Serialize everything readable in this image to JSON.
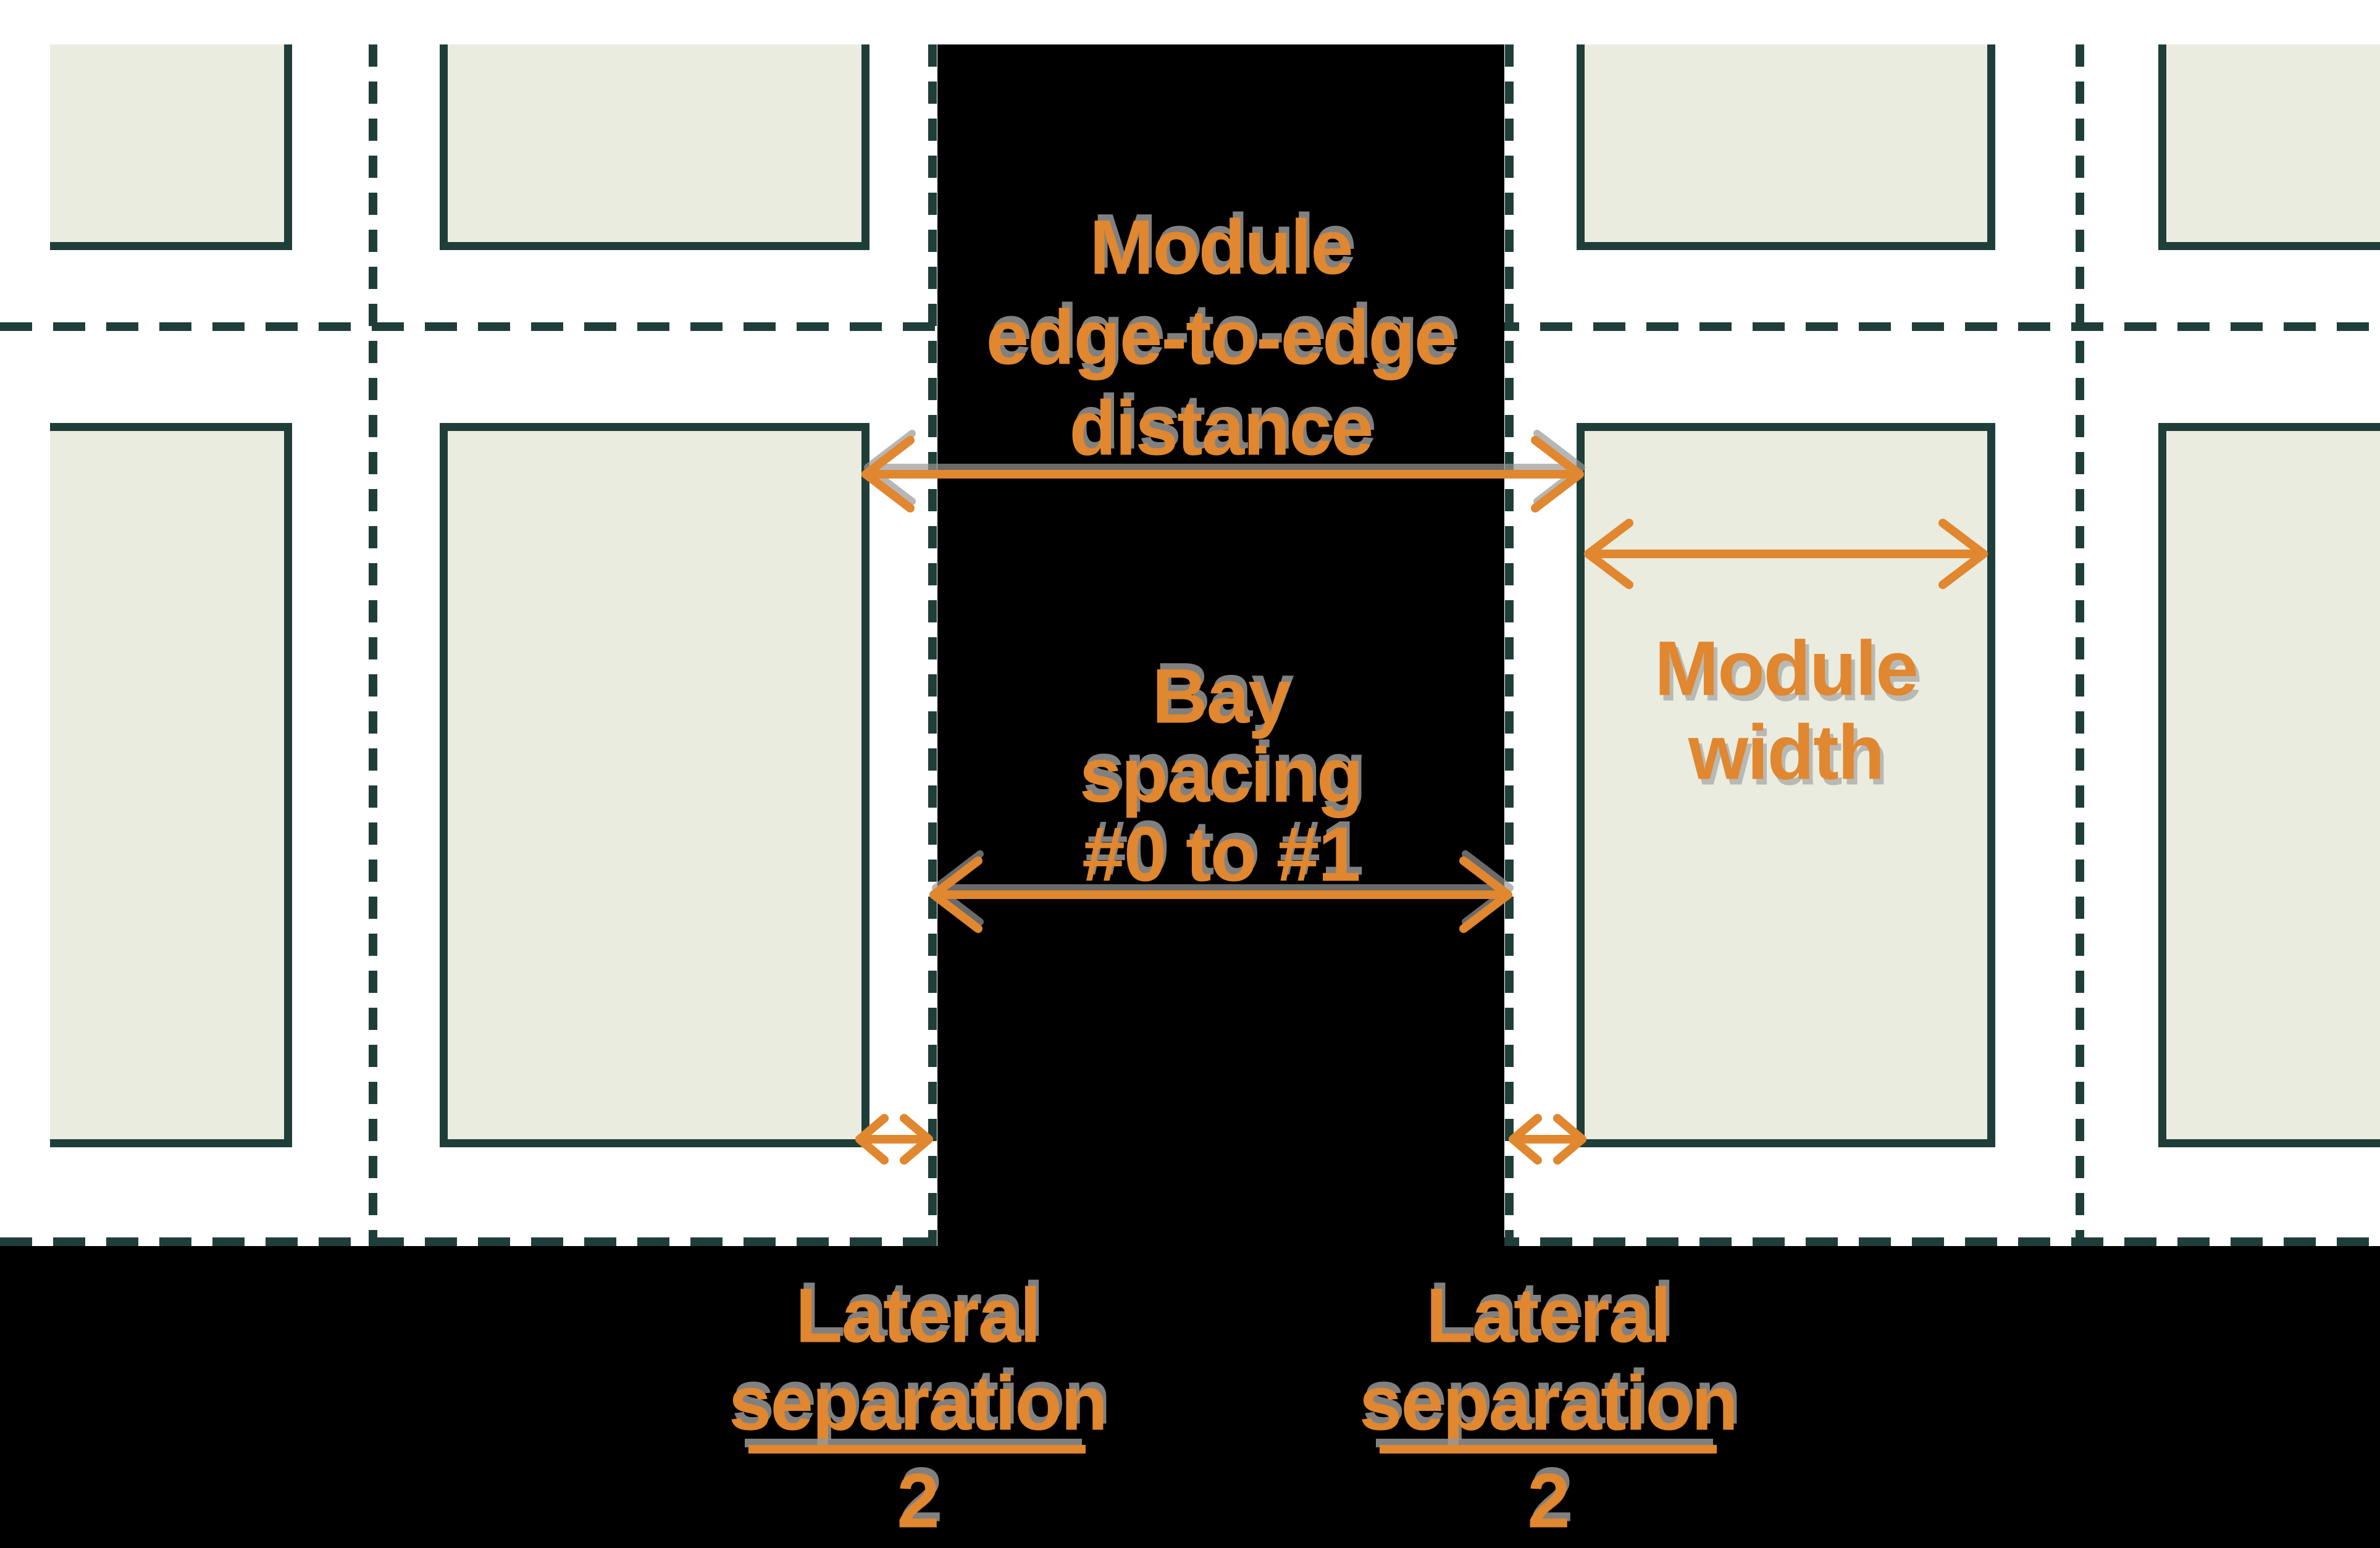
{
  "colors": {
    "background": "#FFFFFF",
    "module_fill": "#E9ECDF",
    "module_border": "#1F3E39",
    "dashed_line": "#1F3E39",
    "gap_black": "#000000",
    "accent_orange": "#E0872F",
    "shadow_gray": "#979797"
  },
  "labels": {
    "module_edge_to_edge": {
      "lines": [
        "Module",
        "edge-to-edge",
        "distance"
      ]
    },
    "bay_spacing": {
      "lines": [
        "Bay",
        "spacing",
        "#0 to #1"
      ]
    },
    "module_width": {
      "lines": [
        "Module",
        "width"
      ]
    },
    "lateral_separation_left": {
      "numerator_lines": [
        "Lateral",
        "separation"
      ],
      "denominator": "2"
    },
    "lateral_separation_right": {
      "numerator_lines": [
        "Lateral",
        "separation"
      ],
      "denominator": "2"
    }
  }
}
